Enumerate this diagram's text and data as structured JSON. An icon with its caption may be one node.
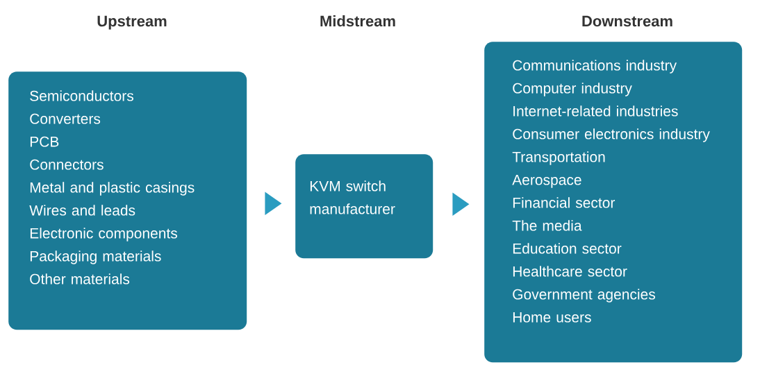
{
  "diagram": {
    "nodes": [
      {
        "text": [
          "Semiconductors",
          "Converters",
          "PCB",
          "Connectors",
          "Metal and plastic casings",
          "Wires and leads",
          "Electronic components",
          "Packaging materials",
          "Other materials"
        ]
      },
      {
        "text": [
          "KVM switch manufacturer"
        ]
      },
      {
        "text": [
          "Communications industry",
          "Computer industry",
          "Internet-related industries",
          "Consumer electronics industry",
          "Transportation",
          "Aerospace",
          "Financial sector",
          "The media",
          "Education sector",
          "Healthcare sector",
          "Government agencies",
          "Home users"
        ]
      }
    ],
    "edges": [
      {
        "from": 0,
        "to": 1,
        "arrow": "to"
      },
      {
        "from": 1,
        "to": 2,
        "arrow": "to"
      }
    ],
    "labels": [
      "Upstream",
      "Midstream",
      "Downstream"
    ]
  }
}
